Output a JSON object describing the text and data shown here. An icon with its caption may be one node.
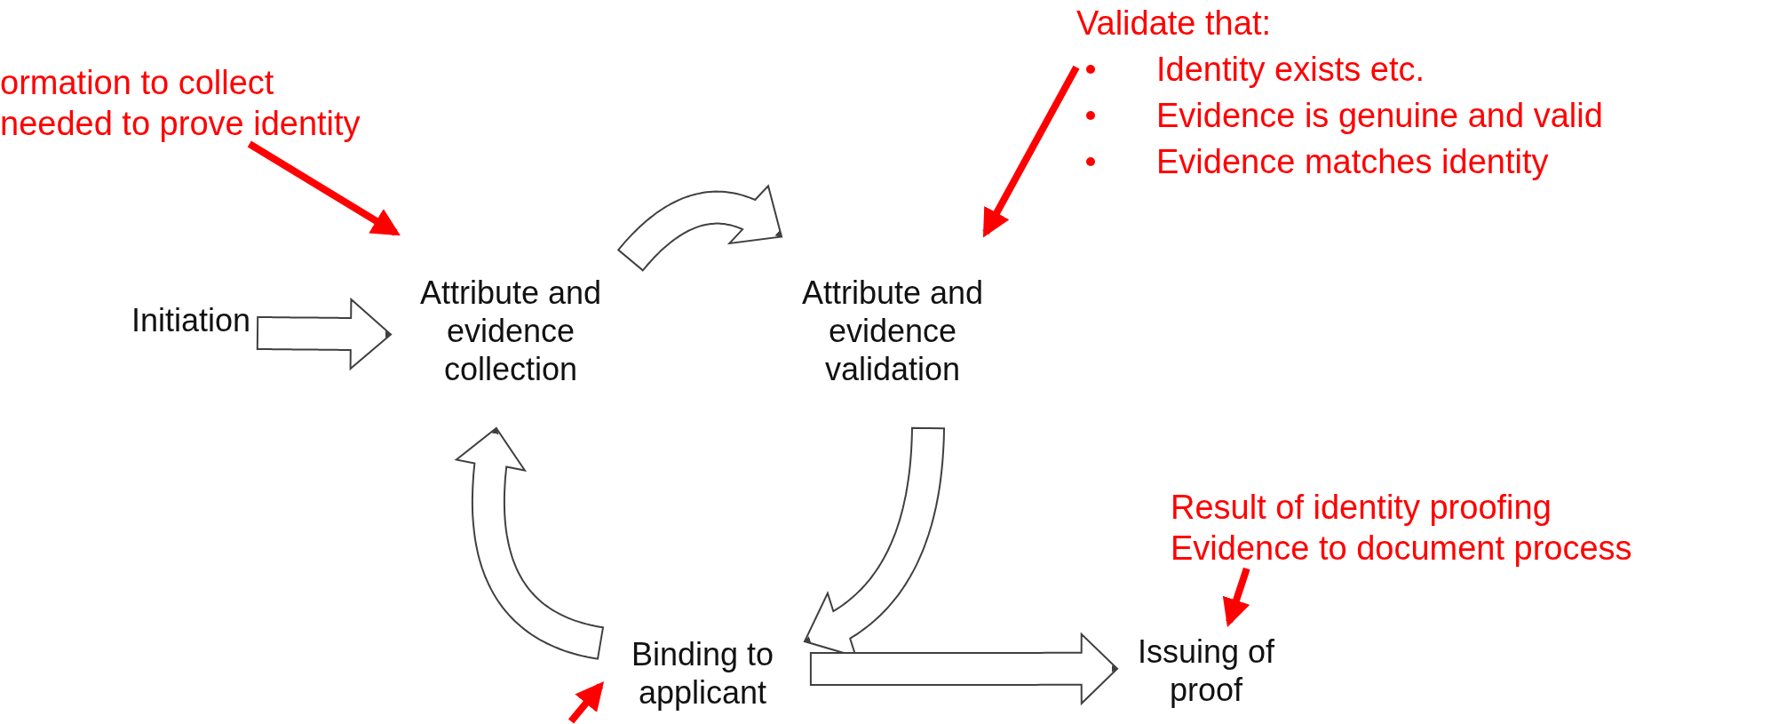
{
  "diagram": {
    "nodes": [
      {
        "text": [
          "Initiation"
        ]
      },
      {
        "text": [
          "Attribute and evidence collection"
        ]
      },
      {
        "text": [
          "Attribute and evidence validation"
        ]
      },
      {
        "text": [
          "Binding to applicant"
        ]
      },
      {
        "text": [
          "Issuing of proof"
        ]
      },
      {
        "text": [
          "ormation to collect",
          "needed to prove identity"
        ]
      },
      {
        "text": [
          "Validate that:",
          "Identity exists etc.",
          "Evidence is genuine and valid",
          "Evidence matches identity"
        ]
      },
      {
        "text": [
          "Result of identity proofing",
          "Evidence to document process"
        ]
      }
    ],
    "edges": [
      {
        "from": 0,
        "to": 1,
        "arrow": "to"
      },
      {
        "from": 1,
        "to": 2,
        "arrow": "to"
      },
      {
        "from": 2,
        "to": 3,
        "arrow": "to"
      },
      {
        "from": 3,
        "to": 1,
        "arrow": "to"
      },
      {
        "from": 3,
        "to": 4,
        "arrow": "to"
      },
      {
        "from": 5,
        "to": 1,
        "arrow": "to",
        "style": "thick",
        "color": "#ff0000"
      },
      {
        "from": 6,
        "to": 2,
        "arrow": "to",
        "style": "thick",
        "color": "#ff0000"
      },
      {
        "from": 7,
        "to": 4,
        "arrow": "to",
        "style": "thick",
        "color": "#ff0000"
      },
      {
        "from": null,
        "to": 3,
        "arrow": "to",
        "style": "thick",
        "color": "#ff0000"
      }
    ]
  }
}
